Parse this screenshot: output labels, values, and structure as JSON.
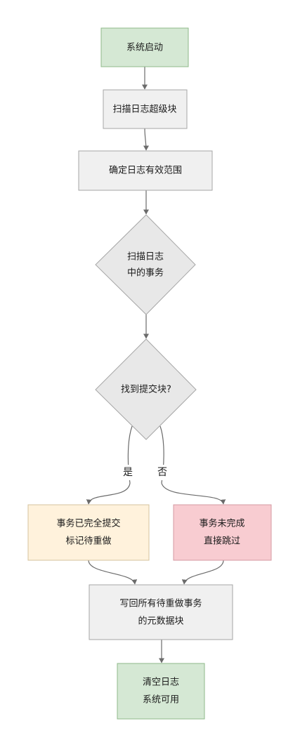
{
  "colors": {
    "start_fill": "#d5e8d4",
    "start_stroke": "#8fb98a",
    "process_fill": "#f0f0f0",
    "process_stroke": "#a6a6a6",
    "decision_fill": "#e8e8e8",
    "decision_stroke": "#a6a6a6",
    "yes_fill": "#fff2dc",
    "yes_stroke": "#d6c39e",
    "no_fill": "#f8ccd1",
    "no_stroke": "#d59aa2",
    "end_fill": "#d5e8d4",
    "end_stroke": "#8fb98a",
    "edge": "#6b6b6b"
  },
  "nodes": {
    "start": {
      "lines": [
        "系统启动"
      ]
    },
    "scan_super": {
      "lines": [
        "扫描日志超级块"
      ]
    },
    "range": {
      "lines": [
        "确定日志有效范围"
      ]
    },
    "scan_tx": {
      "lines": [
        "扫描日志",
        "中的事务"
      ]
    },
    "commit_q": {
      "lines": [
        "找到提交块?"
      ]
    },
    "committed": {
      "lines": [
        "事务已完全提交",
        "标记待重做"
      ]
    },
    "incomplete": {
      "lines": [
        "事务未完成",
        "直接跳过"
      ]
    },
    "writeback": {
      "lines": [
        "写回所有待重做事务",
        "的元数据块"
      ]
    },
    "end": {
      "lines": [
        "清空日志",
        "系统可用"
      ]
    }
  },
  "edge_labels": {
    "yes": "是",
    "no": "否"
  }
}
